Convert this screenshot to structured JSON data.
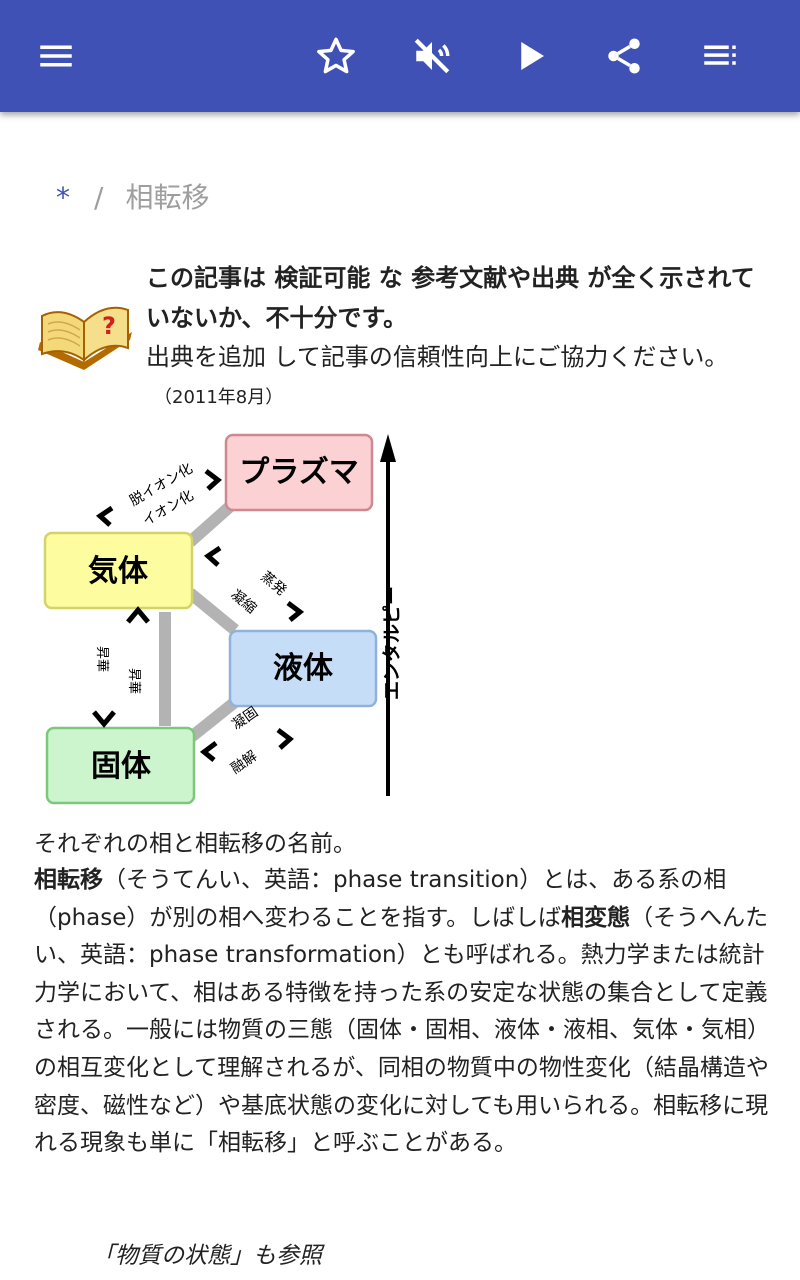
{
  "toolbar": {
    "icons": [
      "menu-icon",
      "star-icon",
      "volume-off-icon",
      "play-icon",
      "share-icon",
      "playlist-icon"
    ],
    "color": "#3f51b5"
  },
  "breadcrumb": {
    "root": "*",
    "separator": "/",
    "current": "相転移"
  },
  "notice": {
    "bold_text": "この記事は 検証可能 な 参考文献や出典 が全く示されていないか、不十分です。",
    "normal_text": "出典を追加 して記事の信頼性向上にご協力ください。",
    "date": "（2011年8月）"
  },
  "diagram": {
    "plasma": "プラズマ",
    "gas": "気体",
    "liquid": "液体",
    "solid": "固体",
    "deionization": "脱イオン化",
    "ionization": "イオン化",
    "evaporation": "蒸発",
    "condensation": "凝縮",
    "sublimation1": "昇華",
    "sublimation2": "昇華",
    "solidification": "凝固",
    "melting": "融解",
    "enthalpy": "エンタルピー"
  },
  "caption": "それぞれの相と相転移の名前。",
  "body": {
    "term": "相転移",
    "part1": "（そうてんい、英語：phase transition）とは、ある系の相（phase）が別の相へ変わることを指す。しばしば",
    "term2": "相変態",
    "part2": "（そうへんたい、英語：phase transformation）とも呼ばれる。熱力学または統計力学において、相はある特徴を持った系の安定な状態の集合として定義される。一般には物質の三態（固体・固相、液体・液相、気体・気相）の相互変化として理解されるが、同相の物質中の物性変化（結晶構造や密度、磁性など）や基底状態の変化に対しても用いられる。相転移に現れる現象も単に「相転移」と呼ぶことがある。"
  },
  "see_also": "「物質の状態」も参照"
}
